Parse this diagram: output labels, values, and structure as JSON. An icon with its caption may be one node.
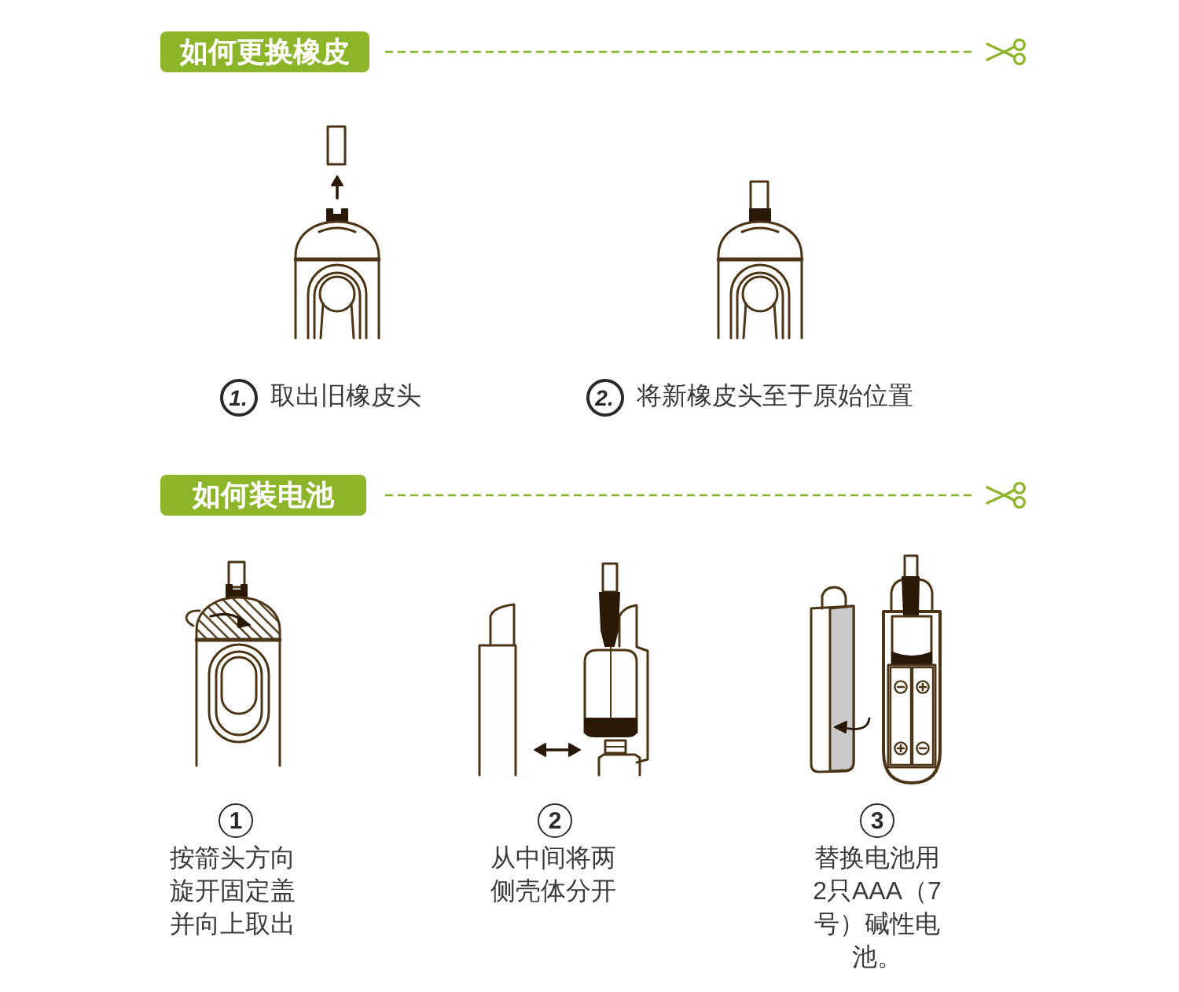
{
  "diagram": {
    "nodes": [
      {
        "text": [
          "如何更换橡皮"
        ]
      },
      {
        "text": [
          "如何装电池"
        ]
      }
    ],
    "labels": [
      "1.",
      "取出旧橡皮头",
      "2.",
      "将新橡皮头至于原始位置",
      "1",
      "按箭头方向旋开固定盖并向上取出",
      "2",
      "从中间将两侧壳体分开",
      "3",
      "替换电池用2只AAA（7号）碱性电池。"
    ]
  }
}
